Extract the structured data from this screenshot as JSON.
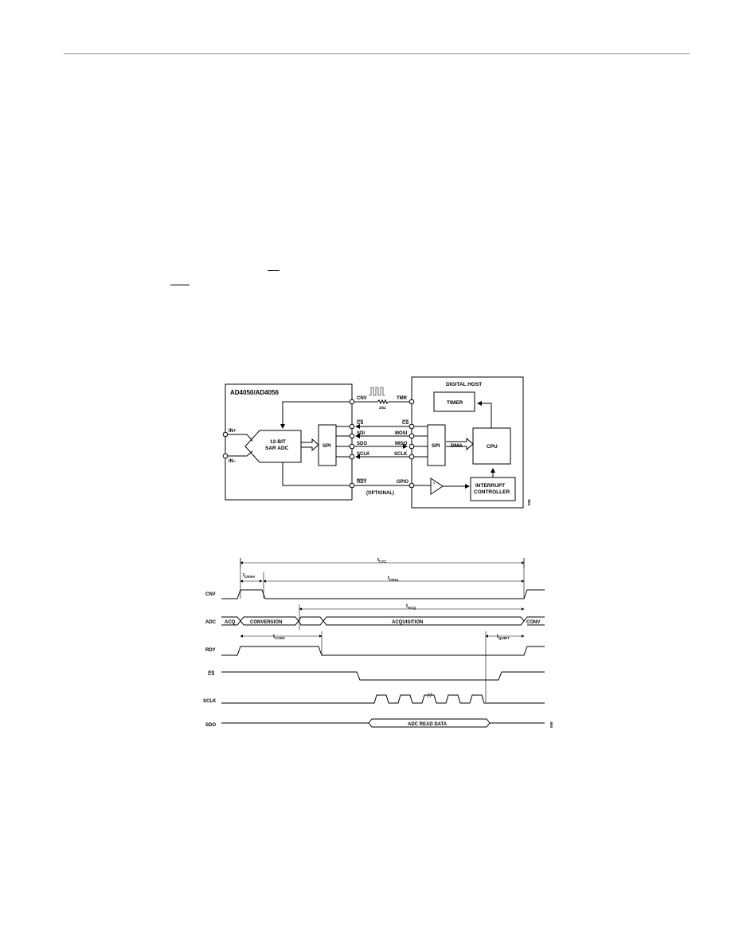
{
  "block_diagram": {
    "adc_title": "AD4050/AD4056",
    "host_title": "DIGITAL HOST",
    "timer": "TIMER",
    "cpu": "CPU",
    "spi": "SPI",
    "dma": "DMA",
    "interrupt_line1": "INTERRUPT",
    "interrupt_line2": "CONTROLLER",
    "sar_line1": "12-BIT",
    "sar_line2": "SAR ADC",
    "in_plus": "IN+",
    "in_minus": "IN–",
    "resistor": "20Ω",
    "optional": "(OPTIONAL)",
    "adc_pins": [
      "CNV",
      "CS",
      "SDI",
      "SDO",
      "SCLK",
      "RDY"
    ],
    "host_pins": [
      "TMR",
      "CS",
      "MOSI",
      "MISO",
      "SCLK",
      "GPIO"
    ]
  },
  "timing_diagram": {
    "signals": [
      "CNV",
      "ADC",
      "RDY",
      "CS",
      "SCLK",
      "SDO"
    ],
    "t_cyc": "t",
    "t_cyc_sub": "CYC",
    "t_cnvh": "t",
    "t_cnvh_sub": "CNVH",
    "t_cnvl": "t",
    "t_cnvl_sub": "CNVL",
    "t_acq": "t",
    "t_acq_sub": "ACQ",
    "t_conv": "t",
    "t_conv_sub": "CONV",
    "t_quiet": "t",
    "t_quiet_sub": "QUIET",
    "acq_short": "ACQ",
    "conversion": "CONVERSION",
    "acquisition": "ACQUISITION",
    "conv_short": "CONV",
    "adc_read_data": "ADC READ DATA"
  }
}
